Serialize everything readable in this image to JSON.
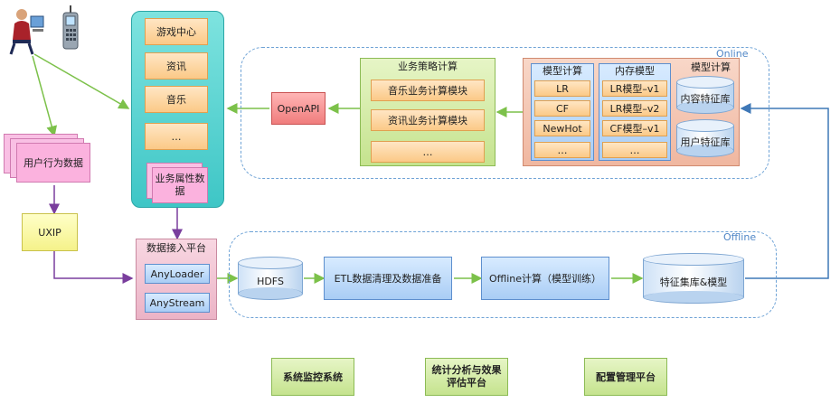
{
  "online_label": "Online",
  "offline_label": "Offline",
  "left_panel": {
    "items": [
      "游戏中心",
      "资讯",
      "音乐",
      "…"
    ],
    "attr_data": "业务属性数据"
  },
  "user_behavior": "用户行为数据",
  "uxip": "UXIP",
  "openapi": "OpenAPI",
  "business_calc": {
    "title": "业务策略计算",
    "modules": [
      "音乐业务计算模块",
      "资讯业务计算模块",
      "…"
    ]
  },
  "model_calc": {
    "title": "模型计算",
    "left": {
      "title": "模型计算",
      "items": [
        "LR",
        "CF",
        "NewHot",
        "…"
      ]
    },
    "middle": {
      "title": "内存模型",
      "items": [
        "LR模型–v1",
        "LR模型–v2",
        "CF模型–v1",
        "…"
      ]
    },
    "stores": [
      "内容特征库",
      "用户特征库"
    ]
  },
  "ingest": {
    "title": "数据接入平台",
    "items": [
      "AnyLoader",
      "AnyStream"
    ]
  },
  "offline": {
    "hdfs": "HDFS",
    "etl": "ETL数据清理及数据准备",
    "train": "Offline计算（模型训练）",
    "features": "特征集库&模型"
  },
  "bottom": [
    "系统监控系统",
    "统计分析与效果评估平台",
    "配置管理平台"
  ]
}
